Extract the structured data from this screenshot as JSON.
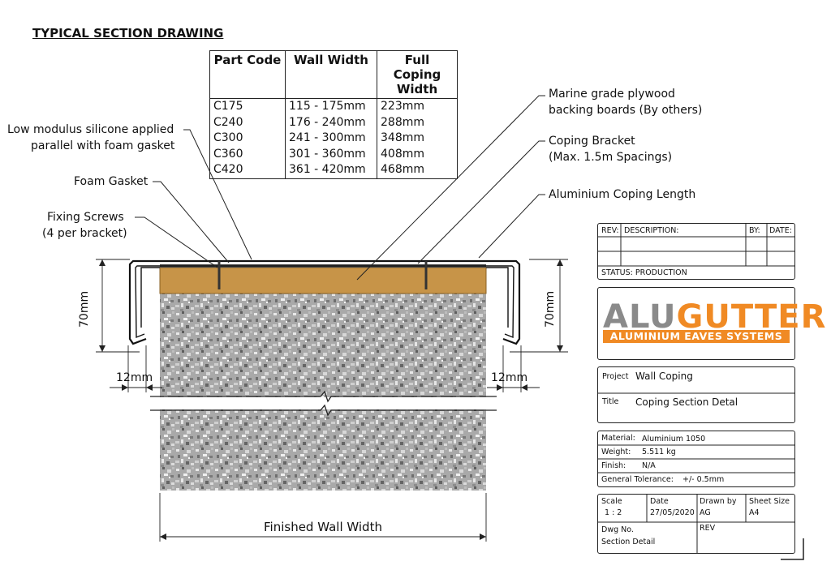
{
  "title": "TYPICAL SECTION DRAWING",
  "parts_table": {
    "headers": [
      "Part Code",
      "Wall Width",
      "Full Coping Width"
    ],
    "rows": [
      [
        "C175",
        "115 - 175mm",
        "223mm"
      ],
      [
        "C240",
        "176 - 240mm",
        "288mm"
      ],
      [
        "C300",
        "241 - 300mm",
        "348mm"
      ],
      [
        "C360",
        "301 - 360mm",
        "408mm"
      ],
      [
        "C420",
        "361 - 420mm",
        "468mm"
      ]
    ]
  },
  "callouts": {
    "silicone_line1": "Low modulus silicone applied",
    "silicone_line2": "parallel with foam gasket",
    "foam_gasket": "Foam Gasket",
    "fixing_line1": "Fixing Screws",
    "fixing_line2": "(4 per bracket)",
    "plywood_line1": "Marine grade plywood",
    "plywood_line2": "backing boards (By others)",
    "bracket_line1": "Coping Bracket",
    "bracket_line2": "(Max. 1.5m Spacings)",
    "coping_length": "Aluminium Coping Length"
  },
  "dimensions": {
    "height_left": "70mm",
    "height_right": "70mm",
    "drip_left": "12mm",
    "drip_right": "12mm",
    "wall_width": "Finished Wall Width"
  },
  "title_block": {
    "rev_label": "REV:",
    "description_label": "DESCRIPTION:",
    "by_label": "BY:",
    "date_label": "DATE:",
    "status_label": "STATUS: PRODUCTION",
    "logo_text": "ALUGUTTER",
    "logo_sub": "ALUMINIUM EAVES SYSTEMS",
    "project_label": "Project",
    "project_value": "Wall Coping",
    "title_label": "Title",
    "title_value": "Coping Section Detal",
    "material_label": "Material:",
    "material_value": "Aluminium 1050",
    "weight_label": "Weight:",
    "weight_value": "5.511 kg",
    "finish_label": "Finish:",
    "finish_value": "N/A",
    "tolerance_label": "General Tolerance:",
    "tolerance_value": "+/- 0.5mm",
    "scale_label": "Scale",
    "scale_value": "1 : 2",
    "date_label2": "Date",
    "date_value": "27/05/2020",
    "drawn_label": "Drawn by",
    "drawn_value": "AG",
    "sheet_label": "Sheet Size",
    "sheet_value": "A4",
    "dwg_label": "Dwg No.",
    "dwg_value": "Section Detail",
    "rev_label2": "REV"
  },
  "colors": {
    "logo_grey": "#8a8a8a",
    "logo_orange": "#f08a24",
    "plywood": "#c79448"
  }
}
